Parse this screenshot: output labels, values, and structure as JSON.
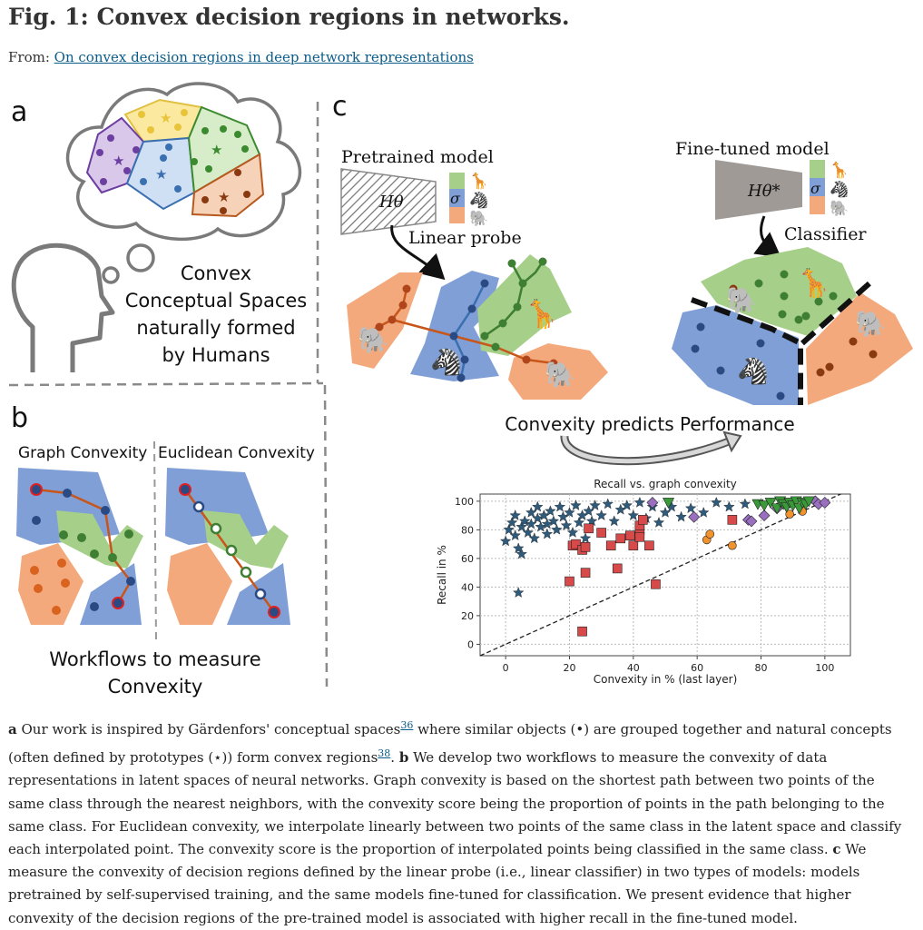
{
  "title": "Fig. 1: Convex decision regions in networks.",
  "from_label": "From:",
  "from_link": "On convex decision regions in deep network representations",
  "panels": {
    "a": {
      "letter": "a",
      "text_lines": [
        "Convex",
        "Conceptual Spaces",
        "naturally formed",
        "by Humans"
      ]
    },
    "b": {
      "letter": "b",
      "left_title": "Graph Convexity",
      "right_title": "Euclidean Convexity",
      "footer_lines": [
        "Workflows to measure",
        "Convexity"
      ]
    },
    "c": {
      "letter": "c",
      "pretrained_label": "Pretrained model",
      "pretrained_symbol": "Hθ",
      "finetuned_label": "Fine-tuned model",
      "finetuned_symbol": "Hθ*",
      "sigma": "σ",
      "probe_label": "Linear probe",
      "classifier_label": "Classifier",
      "headline": "Convexity predicts Performance"
    }
  },
  "colors": {
    "green": "#a6cf8a",
    "blue": "#7f9fd6",
    "orange": "#f3a97c",
    "yellow": "#fbe9a0",
    "purple": "#b89ccc",
    "edge": "#c8561a"
  },
  "chart_data": {
    "type": "scatter",
    "title": "Recall vs. graph convexity",
    "xlabel": "Convexity in % (last layer)",
    "ylabel": "Recall in %",
    "xlim": [
      -8,
      108
    ],
    "ylim": [
      -8,
      105
    ],
    "xticks": [
      0,
      20,
      40,
      60,
      80,
      100
    ],
    "yticks": [
      0,
      20,
      40,
      60,
      80,
      100
    ],
    "grid": true,
    "diagonal": true,
    "series": [
      {
        "marker": "star",
        "color": "#2f5a7a",
        "points": [
          [
            0,
            72
          ],
          [
            1,
            80
          ],
          [
            2,
            85
          ],
          [
            3,
            90
          ],
          [
            3,
            76
          ],
          [
            4,
            67
          ],
          [
            4,
            36
          ],
          [
            5,
            63
          ],
          [
            5,
            82
          ],
          [
            6,
            86
          ],
          [
            7,
            78
          ],
          [
            8,
            92
          ],
          [
            8,
            84
          ],
          [
            9,
            74
          ],
          [
            10,
            96
          ],
          [
            10,
            88
          ],
          [
            11,
            82
          ],
          [
            12,
            90
          ],
          [
            13,
            84
          ],
          [
            13,
            77
          ],
          [
            14,
            93
          ],
          [
            15,
            86
          ],
          [
            16,
            80
          ],
          [
            17,
            96
          ],
          [
            18,
            89
          ],
          [
            19,
            83
          ],
          [
            20,
            92
          ],
          [
            21,
            78
          ],
          [
            22,
            97
          ],
          [
            23,
            85
          ],
          [
            24,
            90
          ],
          [
            25,
            74
          ],
          [
            26,
            93
          ],
          [
            27,
            86
          ],
          [
            28,
            97
          ],
          [
            30,
            90
          ],
          [
            32,
            98
          ],
          [
            34,
            86
          ],
          [
            36,
            94
          ],
          [
            38,
            97
          ],
          [
            40,
            90
          ],
          [
            42,
            99
          ],
          [
            44,
            88
          ],
          [
            46,
            96
          ],
          [
            48,
            85
          ],
          [
            50,
            92
          ],
          [
            52,
            96
          ],
          [
            55,
            89
          ],
          [
            58,
            95
          ],
          [
            62,
            92
          ],
          [
            66,
            99
          ],
          [
            70,
            96
          ],
          [
            75,
            98
          ]
        ]
      },
      {
        "marker": "square",
        "color": "#d84a4a",
        "points": [
          [
            20,
            44
          ],
          [
            21,
            69
          ],
          [
            22,
            70
          ],
          [
            24,
            66
          ],
          [
            24,
            9
          ],
          [
            25,
            68
          ],
          [
            25,
            50
          ],
          [
            26,
            81
          ],
          [
            30,
            78
          ],
          [
            33,
            69
          ],
          [
            35,
            53
          ],
          [
            36,
            74
          ],
          [
            39,
            76
          ],
          [
            40,
            69
          ],
          [
            42,
            80
          ],
          [
            42,
            75
          ],
          [
            42,
            83
          ],
          [
            43,
            87
          ],
          [
            45,
            69
          ],
          [
            47,
            42
          ],
          [
            71,
            87
          ]
        ]
      },
      {
        "marker": "circle",
        "color": "#f0922e",
        "points": [
          [
            63,
            73
          ],
          [
            64,
            77
          ],
          [
            71,
            69
          ],
          [
            89,
            91
          ],
          [
            93,
            93
          ]
        ]
      },
      {
        "marker": "diamond",
        "color": "#9a6fc0",
        "points": [
          [
            46,
            99
          ],
          [
            59,
            89
          ],
          [
            76,
            87
          ],
          [
            77,
            86
          ],
          [
            81,
            90
          ],
          [
            85,
            95
          ],
          [
            97,
            100
          ],
          [
            98,
            98
          ],
          [
            100,
            99
          ]
        ]
      },
      {
        "marker": "triangle",
        "color": "#3a9a3a",
        "points": [
          [
            51,
            99
          ],
          [
            79,
            98
          ],
          [
            81,
            97
          ],
          [
            83,
            99
          ],
          [
            85,
            95
          ],
          [
            86,
            100
          ],
          [
            87,
            98
          ],
          [
            88,
            96
          ],
          [
            89,
            99
          ],
          [
            90,
            97
          ],
          [
            91,
            100
          ],
          [
            92,
            95
          ],
          [
            93,
            99
          ],
          [
            94,
            98
          ],
          [
            95,
            100
          ]
        ]
      }
    ]
  },
  "caption": {
    "a_letter": "a",
    "a_text1": " Our work is inspired by Gärdenfors' conceptual spaces",
    "a_ref1": "36",
    "a_text2": " where similar objects (•) are grouped together and natural concepts (often defined by prototypes (⋆)) form convex regions",
    "a_ref2": "38",
    "a_text3": ". ",
    "b_letter": "b",
    "b_text": " We develop two workflows to measure the convexity of data representations in latent spaces of neural networks. Graph convexity is based on the shortest path between two points of the same class through the nearest neighbors, with the convexity score being the proportion of points in the path belonging to the same class. For Euclidean convexity, we interpolate linearly between two points of the same class in the latent space and classify each interpolated point. The convexity score is the proportion of interpolated points being classified in the same class. ",
    "c_letter": "c",
    "c_text": " We measure the convexity of decision regions defined by the linear probe (i.e., linear classifier) in two types of models: models pretrained by self-supervised training, and the same models fine-tuned for classification. We present evidence that higher convexity of the decision regions of the pre-trained model is associated with higher recall in the fine-tuned model."
  }
}
